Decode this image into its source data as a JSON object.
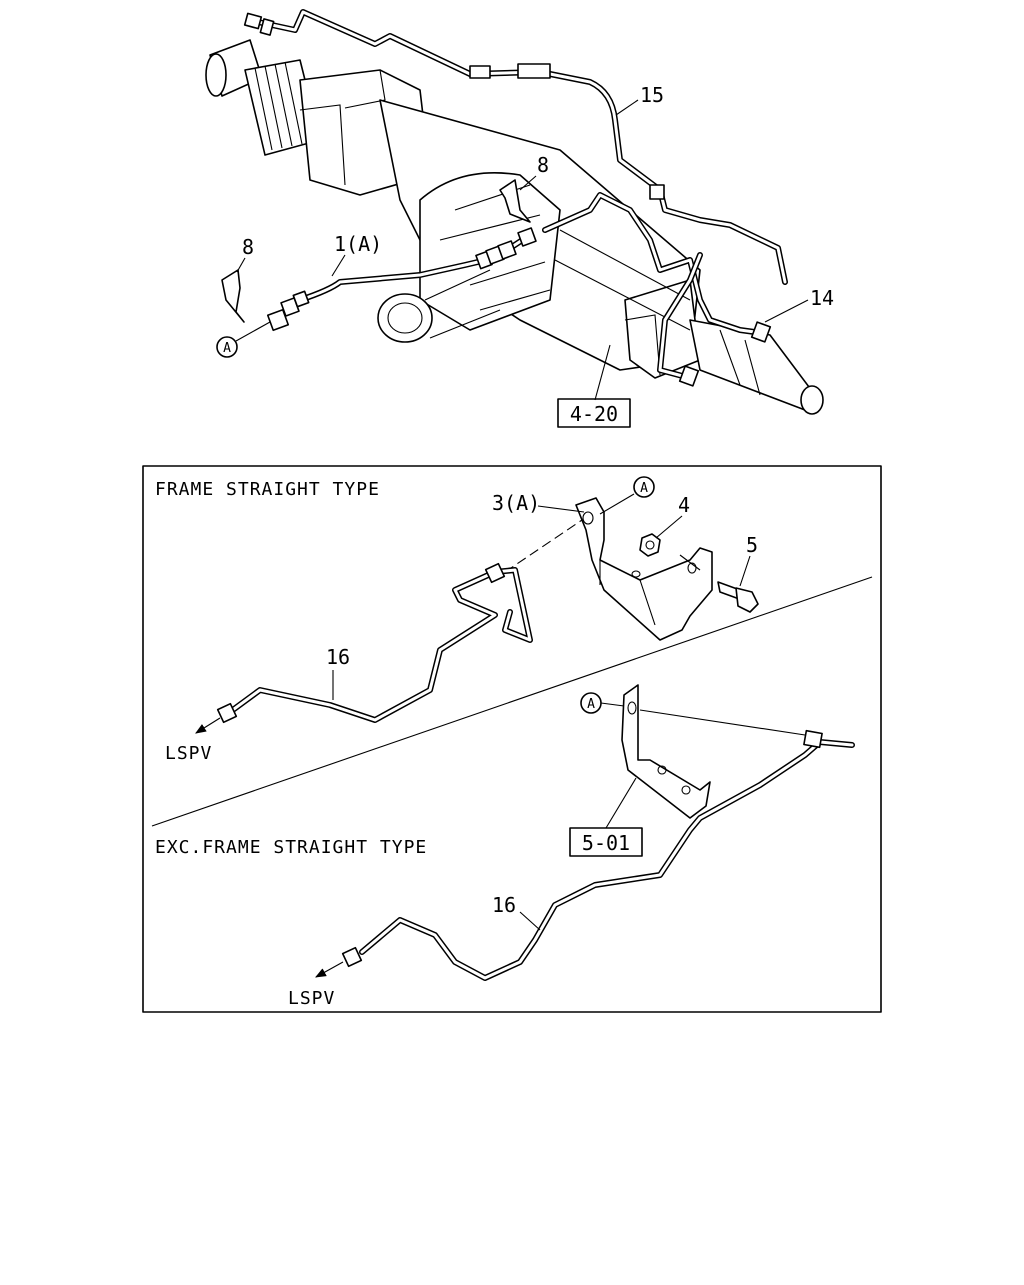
{
  "top_diagram": {
    "callouts": {
      "p15": "15",
      "p8a": "8",
      "p8b": "8",
      "p1a": "1(A)",
      "p14": "14",
      "circle_a": "A",
      "ref_box": "4-20"
    }
  },
  "lower_panel": {
    "frame_straight": {
      "title": "FRAME STRAIGHT TYPE",
      "p3a": "3(A)",
      "circle_a": "A",
      "p4": "4",
      "p5": "5",
      "p16": "16",
      "lspv": "LSPV"
    },
    "exc_frame_straight": {
      "title": "EXC.FRAME STRAIGHT TYPE",
      "circle_a": "A",
      "ref_box": "5-01",
      "p16": "16",
      "lspv": "LSPV"
    }
  }
}
